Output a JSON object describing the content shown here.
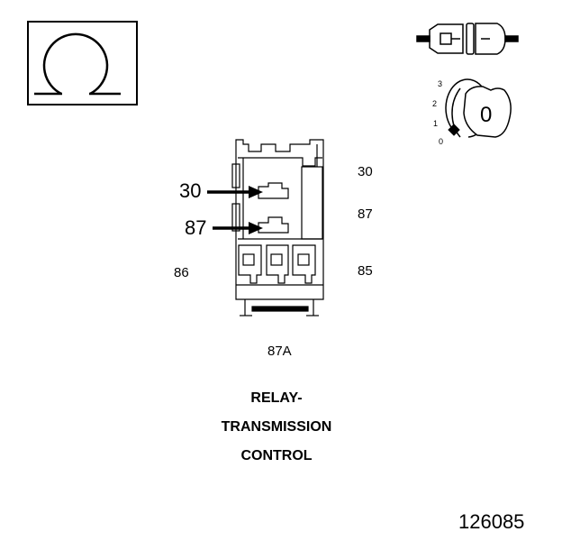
{
  "pins": {
    "p30_left": "30",
    "p87_left": "87",
    "p30_right": "30",
    "p87_right": "87",
    "p86": "86",
    "p85": "85",
    "p87a": "87A"
  },
  "key_positions": [
    "3",
    "2",
    "1",
    "0"
  ],
  "key_label": "0",
  "title_lines": [
    "RELAY-",
    "TRANSMISSION",
    "CONTROL"
  ],
  "figure_number": "126085"
}
